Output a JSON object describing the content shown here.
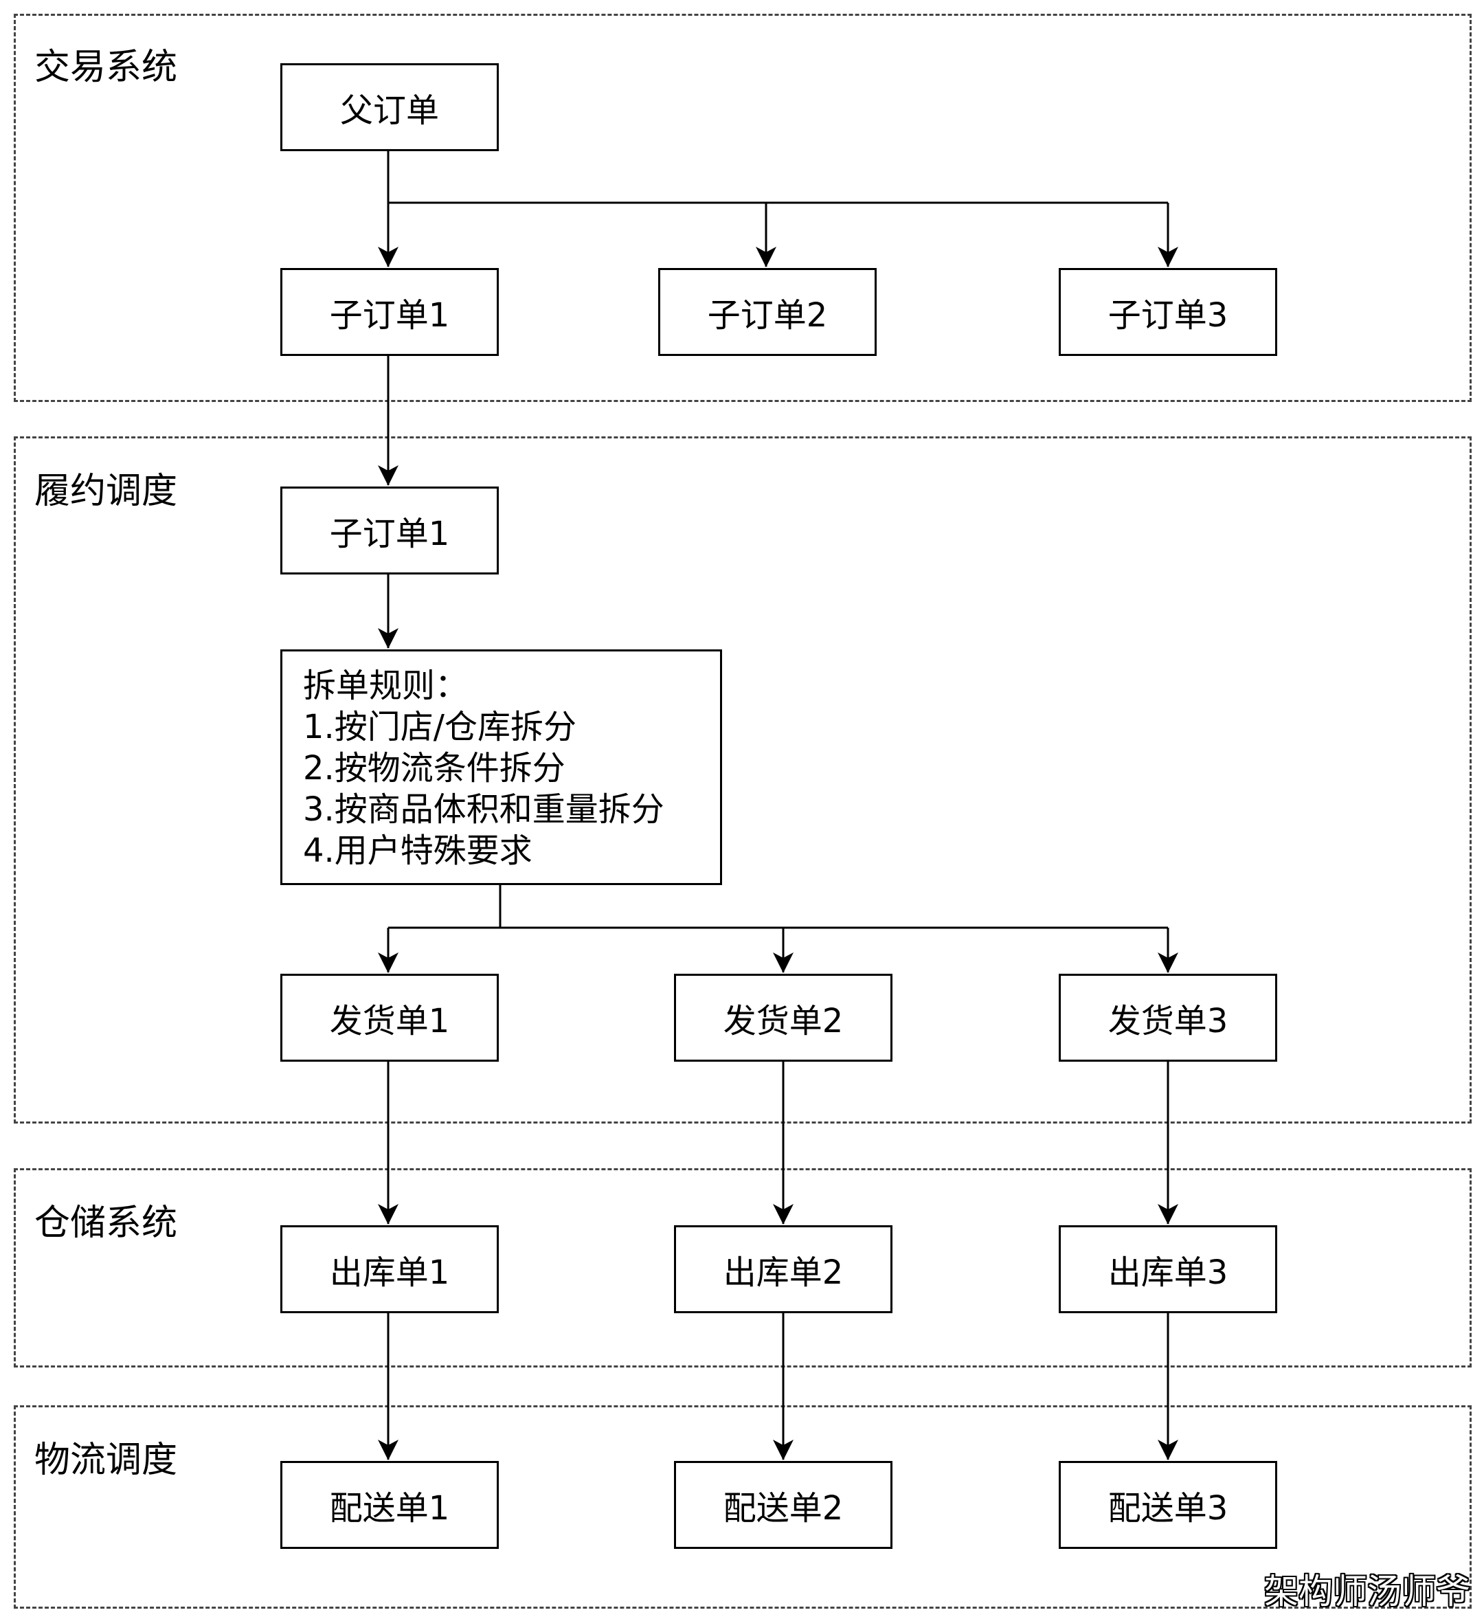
{
  "zones": {
    "trade": {
      "label": "交易系统"
    },
    "fulfillment": {
      "label": "履约调度"
    },
    "warehouse": {
      "label": "仓储系统"
    },
    "logistics": {
      "label": "物流调度"
    }
  },
  "nodes": {
    "parent_order": "父订单",
    "sub_order_1": "子订单1",
    "sub_order_2": "子订单2",
    "sub_order_3": "子订单3",
    "sub_order_1_fulfillment": "子订单1",
    "delivery_1": "发货单1",
    "delivery_2": "发货单2",
    "delivery_3": "发货单3",
    "outbound_1": "出库单1",
    "outbound_2": "出库单2",
    "outbound_3": "出库单3",
    "dispatch_1": "配送单1",
    "dispatch_2": "配送单2",
    "dispatch_3": "配送单3"
  },
  "split_rules": {
    "title": "拆单规则：",
    "items": [
      "1.按门店/仓库拆分",
      "2.按物流条件拆分",
      "3.按商品体积和重量拆分",
      "4.用户特殊要求"
    ]
  },
  "watermark": "架构师汤师爷"
}
